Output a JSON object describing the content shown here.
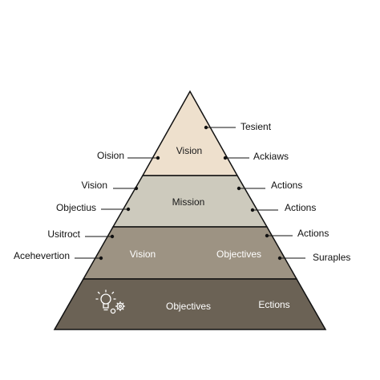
{
  "colors": {
    "tier1": "#eee0cd",
    "tier2": "#cdcabd",
    "tier3": "#9d9383",
    "tier4": "#6b6255",
    "outline": "#111111",
    "background": "#ffffff"
  },
  "pyramid": {
    "tier1_label": "Vision",
    "tier2_label": "Mission",
    "tier3_left_label": "Vision",
    "tier3_right_label": "Objectives",
    "tier4_mid_label": "Objectives",
    "tier4_right_label": "Ections",
    "tier4_icon": "lightbulb-gears-icon"
  },
  "left_labels": [
    "Oision",
    "Vision",
    "Objectius",
    "Usitroct",
    "Acehevertion"
  ],
  "right_labels": [
    "Tesient",
    "Ackiaws",
    "Actions",
    "Actions",
    "Actions",
    "Suraples"
  ]
}
